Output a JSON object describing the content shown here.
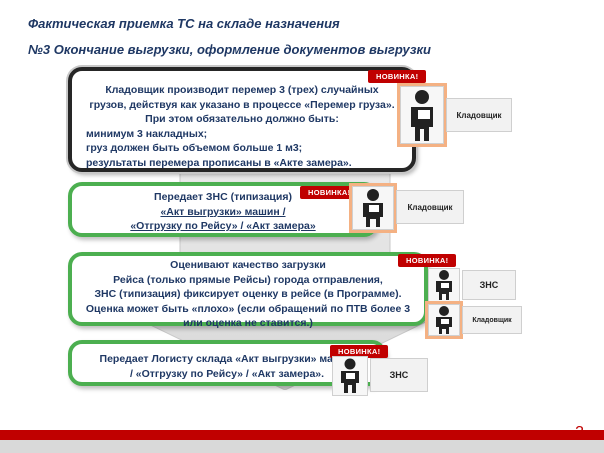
{
  "header": {
    "title": "Фактическая приемка ТС на складе назначения",
    "subtitle": "№3 Окончание выгрузки, оформление документов выгрузки"
  },
  "steps": [
    {
      "badge": "НОВИНКА!",
      "lines": [
        "Кладовщик производит перемер 3 (трех) случайных",
        "грузов, действуя как указано в процессе «Перемер груза».",
        "При этом обязательно должно быть:",
        " минимум 3 накладных;",
        " груз должен быть объемом больше 1 м3;",
        " результаты перемера прописаны в «Акте замера»."
      ],
      "role": "Кладовщик"
    },
    {
      "badge": "НОВИНКА!",
      "lines": [
        "Передает ЗНС (типизация)",
        "«Акт выгрузки» машин /",
        "«Отгрузку по Рейсу» / «Акт замера»"
      ],
      "role": "Кладовщик"
    },
    {
      "badge": "НОВИНКА!",
      "lines": [
        "Оценивают качество загрузки",
        "Рейса (только прямые Рейсы) города отправления,",
        "ЗНС (типизация) фиксирует оценку в рейсе (в Программе).",
        "Оценка может быть «плохо» (если обращений по ПТВ более 3",
        "или оценка не ставится.)"
      ],
      "roles": [
        "ЗНС",
        "Кладовщик"
      ]
    },
    {
      "badge": "НОВИНКА!",
      "lines": [
        "Передает Логисту склада «Акт выгрузки» машин",
        "/ «Отгрузку по Рейсу» / «Акт замера»."
      ],
      "role": "ЗНС"
    }
  ],
  "page_number": "3",
  "colors": {
    "accent_red": "#c00000",
    "title_blue": "#1f3864",
    "green_border": "#4caf50",
    "dark_border": "#262626"
  },
  "icons": [
    "warehouse-worker-icon",
    "warehouse-worker-icon",
    "warehouse-worker-icon",
    "warehouse-worker-icon",
    "warehouse-worker-icon"
  ]
}
